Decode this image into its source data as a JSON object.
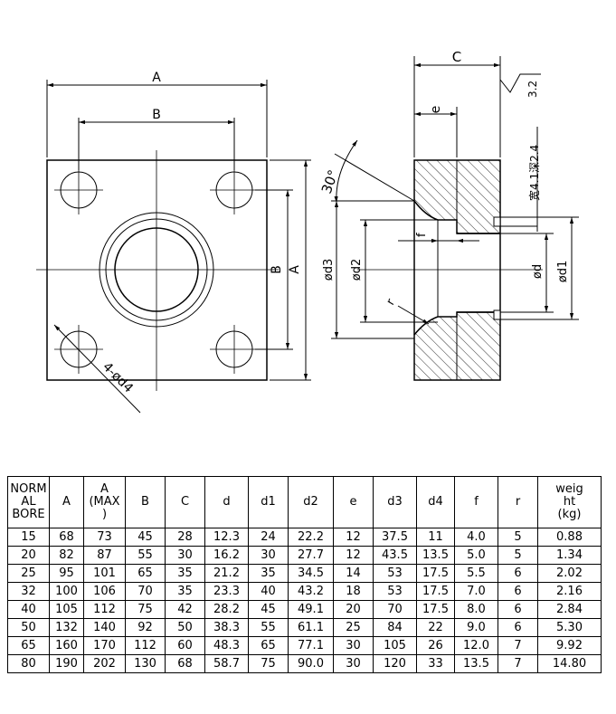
{
  "front_view": {
    "dim_A": "A",
    "dim_B": "B",
    "dim_B_vertical": "B",
    "dim_A_vertical": "A",
    "bolt_hole_note": "4-ød4"
  },
  "section_view": {
    "dim_C": "C",
    "dim_e": "e",
    "dim_f": "f",
    "angle": "30°",
    "roughness": "3.2",
    "groove_note": "宽4.1深2.4",
    "dim_d3": "ød3",
    "dim_d2": "ød2",
    "dim_r": "r",
    "dim_d": "ød",
    "dim_d1": "ød1"
  },
  "table": {
    "headers": [
      "NORM\nAL\nBORE",
      "A",
      "A\n(MAX\n)",
      "B",
      "C",
      "d",
      "d1",
      "d2",
      "e",
      "d3",
      "d4",
      "f",
      "r",
      "weig\nht\n(kg)"
    ],
    "rows": [
      [
        "15",
        "68",
        "73",
        "45",
        "28",
        "12.3",
        "24",
        "22.2",
        "12",
        "37.5",
        "11",
        "4.0",
        "5",
        "0.88"
      ],
      [
        "20",
        "82",
        "87",
        "55",
        "30",
        "16.2",
        "30",
        "27.7",
        "12",
        "43.5",
        "13.5",
        "5.0",
        "5",
        "1.34"
      ],
      [
        "25",
        "95",
        "101",
        "65",
        "35",
        "21.2",
        "35",
        "34.5",
        "14",
        "53",
        "17.5",
        "5.5",
        "6",
        "2.02"
      ],
      [
        "32",
        "100",
        "106",
        "70",
        "35",
        "23.3",
        "40",
        "43.2",
        "18",
        "53",
        "17.5",
        "7.0",
        "6",
        "2.16"
      ],
      [
        "40",
        "105",
        "112",
        "75",
        "42",
        "28.2",
        "45",
        "49.1",
        "20",
        "70",
        "17.5",
        "8.0",
        "6",
        "2.84"
      ],
      [
        "50",
        "132",
        "140",
        "92",
        "50",
        "38.3",
        "55",
        "61.1",
        "25",
        "84",
        "22",
        "9.0",
        "6",
        "5.30"
      ],
      [
        "65",
        "160",
        "170",
        "112",
        "60",
        "48.3",
        "65",
        "77.1",
        "30",
        "105",
        "26",
        "12.0",
        "7",
        "9.92"
      ],
      [
        "80",
        "190",
        "202",
        "130",
        "68",
        "58.7",
        "75",
        "90.0",
        "30",
        "120",
        "33",
        "13.5",
        "7",
        "14.80"
      ]
    ]
  }
}
